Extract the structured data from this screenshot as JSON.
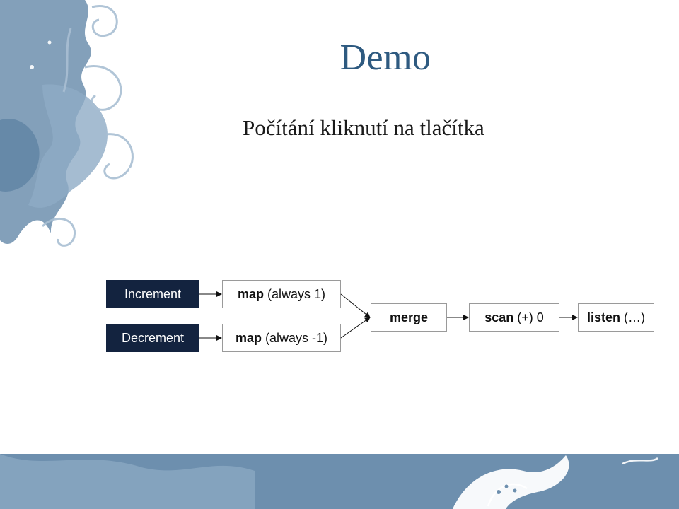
{
  "slide": {
    "title": "Demo",
    "subtitle": "Počítání kliknutí na tlačítka"
  },
  "diagram": {
    "sources": [
      {
        "label": "Increment"
      },
      {
        "label": "Decrement"
      }
    ],
    "maps": [
      {
        "op": "map",
        "arg": "(always 1)"
      },
      {
        "op": "map",
        "arg": "(always -1)"
      }
    ],
    "merge": {
      "op": "merge"
    },
    "scan": {
      "op": "scan",
      "arg": "(+) 0"
    },
    "listen": {
      "op": "listen",
      "arg": "(…)"
    }
  },
  "colors": {
    "title": "#2e5a80",
    "source_box": "#13233f",
    "decoration": "#6d8fae"
  }
}
